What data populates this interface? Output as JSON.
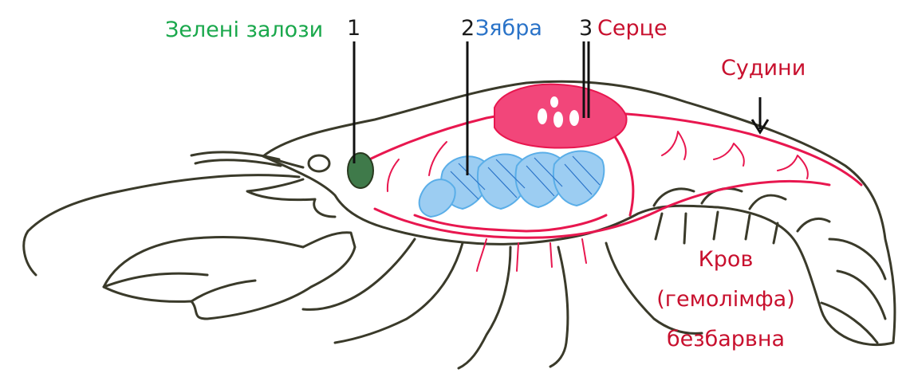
{
  "labels": {
    "green_glands": "Зелені залози",
    "num1": "1",
    "num2": "2",
    "gills": "Зябра",
    "num3": "3",
    "heart": "Серце",
    "vessels": "Судини",
    "blood_line1": "Кров",
    "blood_line2": "(гемолімфа)",
    "blood_line3": "безбарвна"
  },
  "colors": {
    "outline": "#3a3a2a",
    "vessel": "#e8174f",
    "heart": "#f2467a",
    "gills": "#5aaee8",
    "green_gland": "#3f7a4a",
    "label_green": "#1aa84c",
    "label_blue": "#2a73c8",
    "label_red": "#c8102e"
  }
}
